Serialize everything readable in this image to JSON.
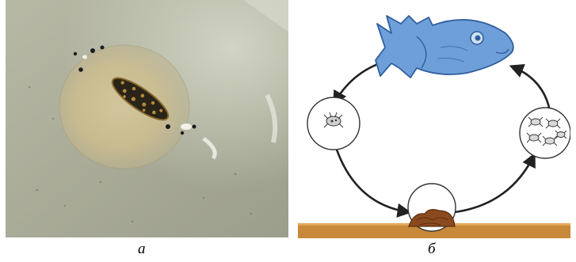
{
  "figure": {
    "panels": [
      {
        "id": "a",
        "caption": "а",
        "kind": "photograph"
      },
      {
        "id": "b",
        "caption": "б",
        "kind": "life-cycle-diagram",
        "colors": {
          "fish": "#6f9fd8",
          "ground": "#c8893a",
          "arrows": "#222222"
        }
      }
    ]
  }
}
